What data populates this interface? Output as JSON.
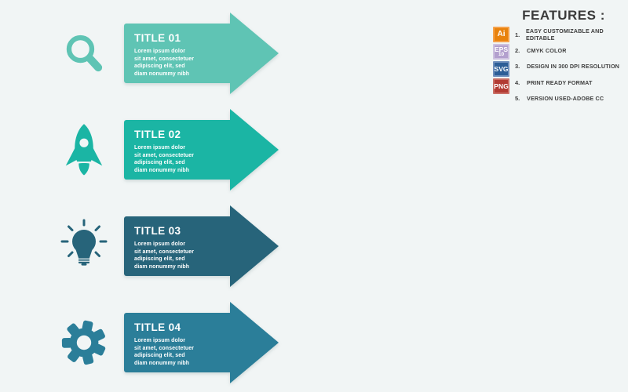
{
  "background": "#F1F5F5",
  "rows": [
    {
      "title": "TITLE 01",
      "body": "Lorem ipsum dolor\nsit amet, consectetuer\nadipiscing elit, sed\ndiam nonummy nibh",
      "color": "#5FC4B4",
      "icon": "search-icon"
    },
    {
      "title": "TITLE 02",
      "body": "Lorem ipsum dolor\nsit amet, consectetuer\nadipiscing elit, sed\ndiam nonummy nibh",
      "color": "#1BB5A4",
      "icon": "rocket-icon"
    },
    {
      "title": "TITLE 03",
      "body": "Lorem ipsum dolor\nsit amet, consectetuer\nadipiscing elit, sed\ndiam nonummy nibh",
      "color": "#27647A",
      "icon": "lightbulb-icon"
    },
    {
      "title": "TITLE 04",
      "body": "Lorem ipsum dolor\nsit amet, consectetuer\nadipiscing elit, sed\ndiam nonummy nibh",
      "color": "#2B7E99",
      "icon": "gear-icon"
    }
  ],
  "features": {
    "heading": "FEATURES :",
    "badges": [
      {
        "label": "Ai",
        "fill": "#E8820D",
        "border": "#F5A14A"
      },
      {
        "label": "EPS",
        "sub": "10",
        "fill": "#B3A0CE",
        "border": "#CEC2E0"
      },
      {
        "label": "SVG",
        "fill": "#2D5E97",
        "border": "#6F8FBC"
      },
      {
        "label": "PNG",
        "fill": "#B23B33",
        "border": "#CA6F66"
      }
    ],
    "items": [
      {
        "num": "1.",
        "label": "EASY CUSTOMIZABLE AND EDITABLE"
      },
      {
        "num": "2.",
        "label": "CMYK COLOR"
      },
      {
        "num": "3.",
        "label": "DESIGN IN 300 DPI RESOLUTION"
      },
      {
        "num": "4.",
        "label": "PRINT READY FORMAT"
      },
      {
        "num": "5.",
        "label": "VERSION USED-ADOBE CC"
      }
    ]
  }
}
